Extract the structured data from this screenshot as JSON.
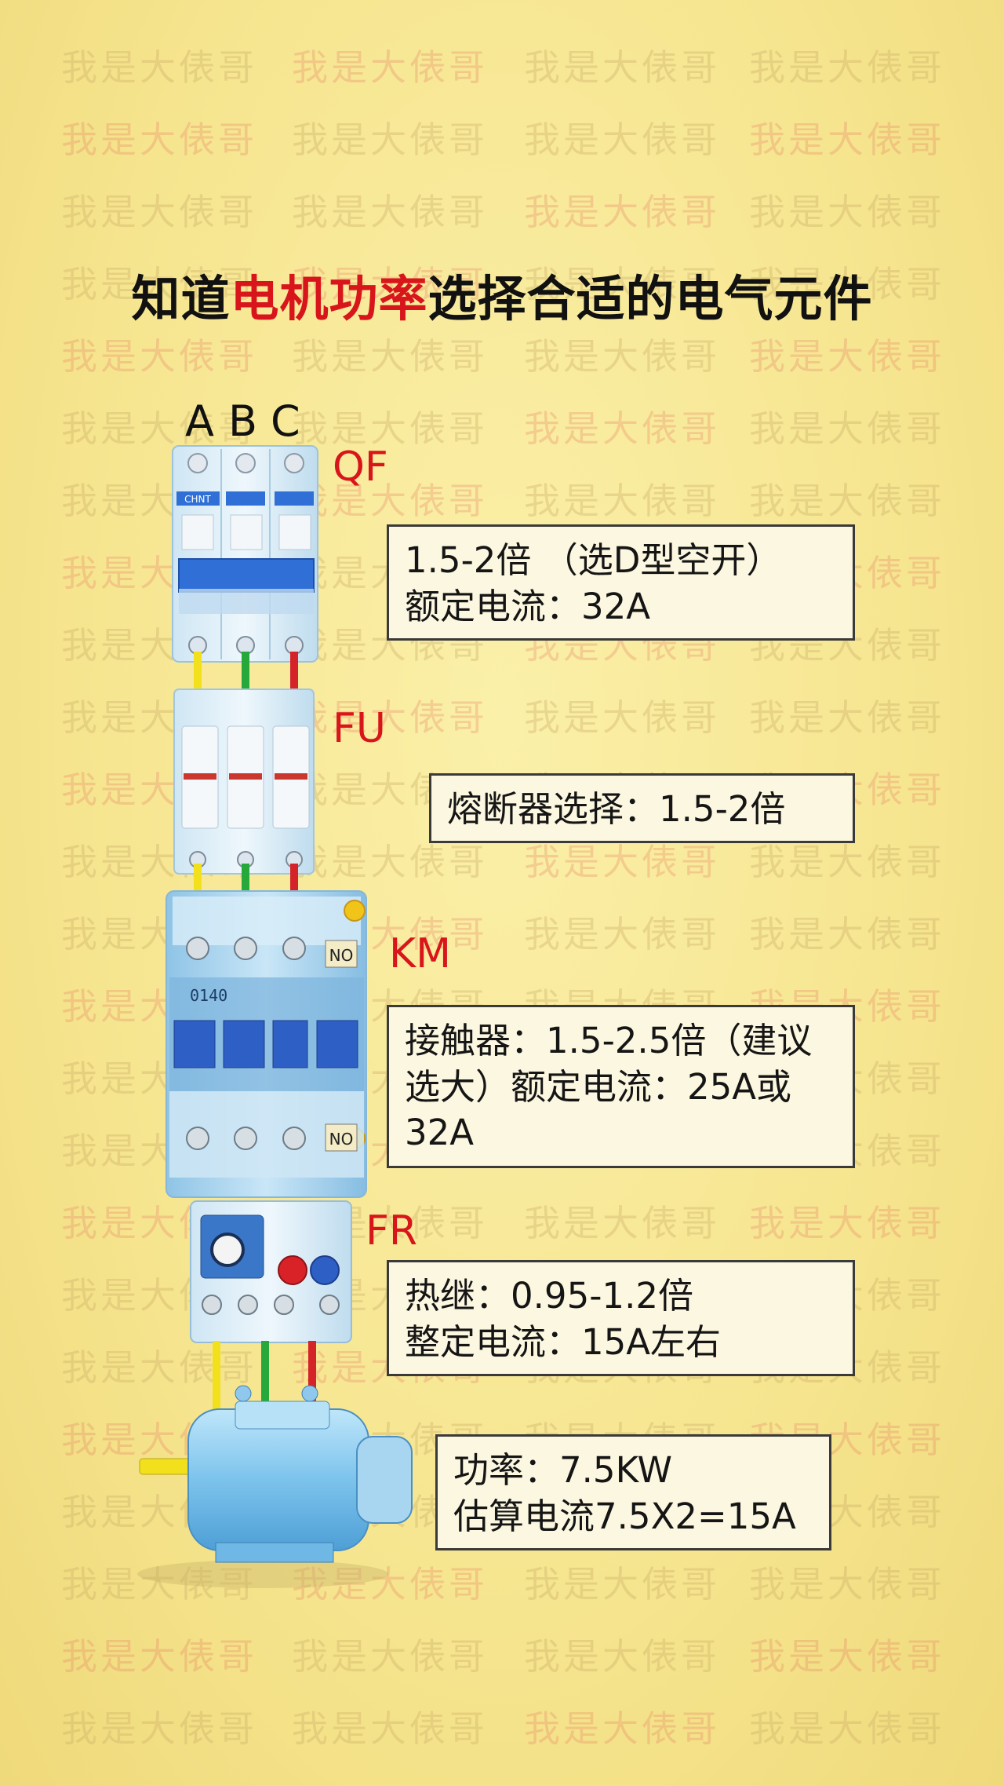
{
  "title": {
    "pre": "知道",
    "highlight": "电机功率",
    "post": "选择合适的电气元件"
  },
  "watermark_text": "我是大俵哥",
  "phases": [
    "A",
    "B",
    "C"
  ],
  "components": {
    "qf": {
      "tag": "QF",
      "brand": "CHNT",
      "lines": [
        "1.5-2倍 （选D型空开）",
        "额定电流：32A"
      ]
    },
    "fu": {
      "tag": "FU",
      "lines": [
        "熔断器选择：1.5-2倍"
      ]
    },
    "km": {
      "tag": "KM",
      "model": "0140",
      "terminal_label": "NO",
      "lines": [
        "接触器：1.5-2.5倍（建议",
        "选大）额定电流：25A或",
        "32A"
      ]
    },
    "fr": {
      "tag": "FR",
      "lines": [
        "热继：0.95-1.2倍",
        "整定电流：15A左右"
      ]
    },
    "motor": {
      "lines": [
        "功率：7.5KW",
        "估算电流7.5X2=15A"
      ]
    }
  },
  "colors": {
    "accent_red": "#d8151b",
    "wire_yellow": "#f2e01c",
    "wire_green": "#27a83a",
    "wire_red": "#d4242a",
    "device_blue": "#2f6fd6"
  }
}
